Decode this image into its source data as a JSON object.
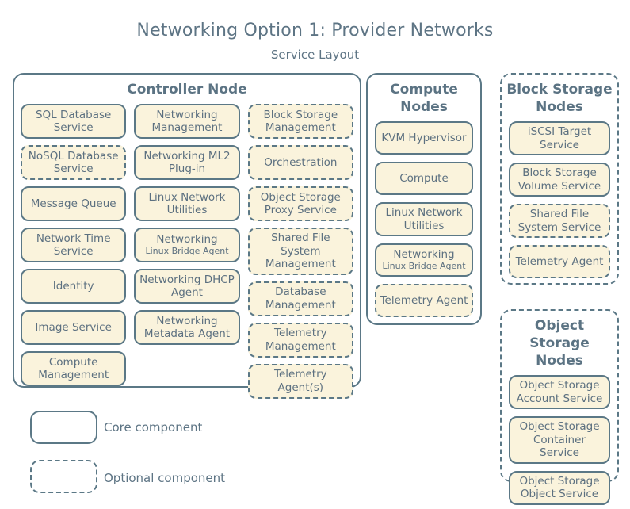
{
  "title": "Networking Option 1: Provider Networks",
  "subtitle": "Service Layout",
  "colors": {
    "accent_border": "#5b7886",
    "text": "#5c7080",
    "box_fill": "#faf3dc",
    "background": "#ffffff"
  },
  "controller": {
    "label": "Controller Node",
    "columns": [
      {
        "items": [
          {
            "label": "SQL Database Service",
            "type": "core"
          },
          {
            "label": "NoSQL Database Service",
            "type": "optional"
          },
          {
            "label": "Message Queue",
            "type": "core"
          },
          {
            "label": "Network Time Service",
            "type": "core"
          },
          {
            "label": "Identity",
            "type": "core"
          },
          {
            "label": "Image Service",
            "type": "core"
          },
          {
            "label": "Compute Management",
            "type": "core"
          }
        ]
      },
      {
        "items": [
          {
            "label": "Networking Management",
            "type": "core"
          },
          {
            "label": "Networking ML2 Plug-in",
            "type": "core"
          },
          {
            "label": "Linux Network Utilities",
            "type": "core"
          },
          {
            "label": "Networking",
            "sub": "Linux Bridge Agent",
            "type": "core"
          },
          {
            "label": "Networking DHCP Agent",
            "type": "core"
          },
          {
            "label": "Networking Metadata Agent",
            "type": "core"
          }
        ]
      },
      {
        "items": [
          {
            "label": "Block Storage Management",
            "type": "optional"
          },
          {
            "label": "Orchestration",
            "type": "optional"
          },
          {
            "label": "Object Storage Proxy Service",
            "type": "optional"
          },
          {
            "label": "Shared File System Management",
            "type": "optional"
          },
          {
            "label": "Database Management",
            "type": "optional"
          },
          {
            "label": "Telemetry Management",
            "type": "optional"
          },
          {
            "label": "Telemetry Agent(s)",
            "type": "optional"
          }
        ]
      }
    ]
  },
  "compute": {
    "label": "Compute Nodes",
    "items": [
      {
        "label": "KVM Hypervisor",
        "type": "core"
      },
      {
        "label": "Compute",
        "type": "core"
      },
      {
        "label": "Linux Network Utilities",
        "type": "core"
      },
      {
        "label": "Networking",
        "sub": "Linux Bridge Agent",
        "type": "core"
      },
      {
        "label": "Telemetry Agent",
        "type": "optional"
      }
    ]
  },
  "block_storage": {
    "label": "Block Storage Nodes",
    "items": [
      {
        "label": "iSCSI Target Service",
        "type": "core"
      },
      {
        "label": "Block Storage Volume Service",
        "type": "core"
      },
      {
        "label": "Shared File System Service",
        "type": "optional"
      },
      {
        "label": "Telemetry Agent",
        "type": "optional"
      }
    ]
  },
  "object_storage": {
    "label": "Object Storage Nodes",
    "items": [
      {
        "label": "Object Storage Account Service",
        "type": "core"
      },
      {
        "label": "Object Storage Container Service",
        "type": "core"
      },
      {
        "label": "Object Storage Object Service",
        "type": "core"
      }
    ]
  },
  "legend": {
    "core_label": "Core component",
    "optional_label": "Optional component"
  }
}
